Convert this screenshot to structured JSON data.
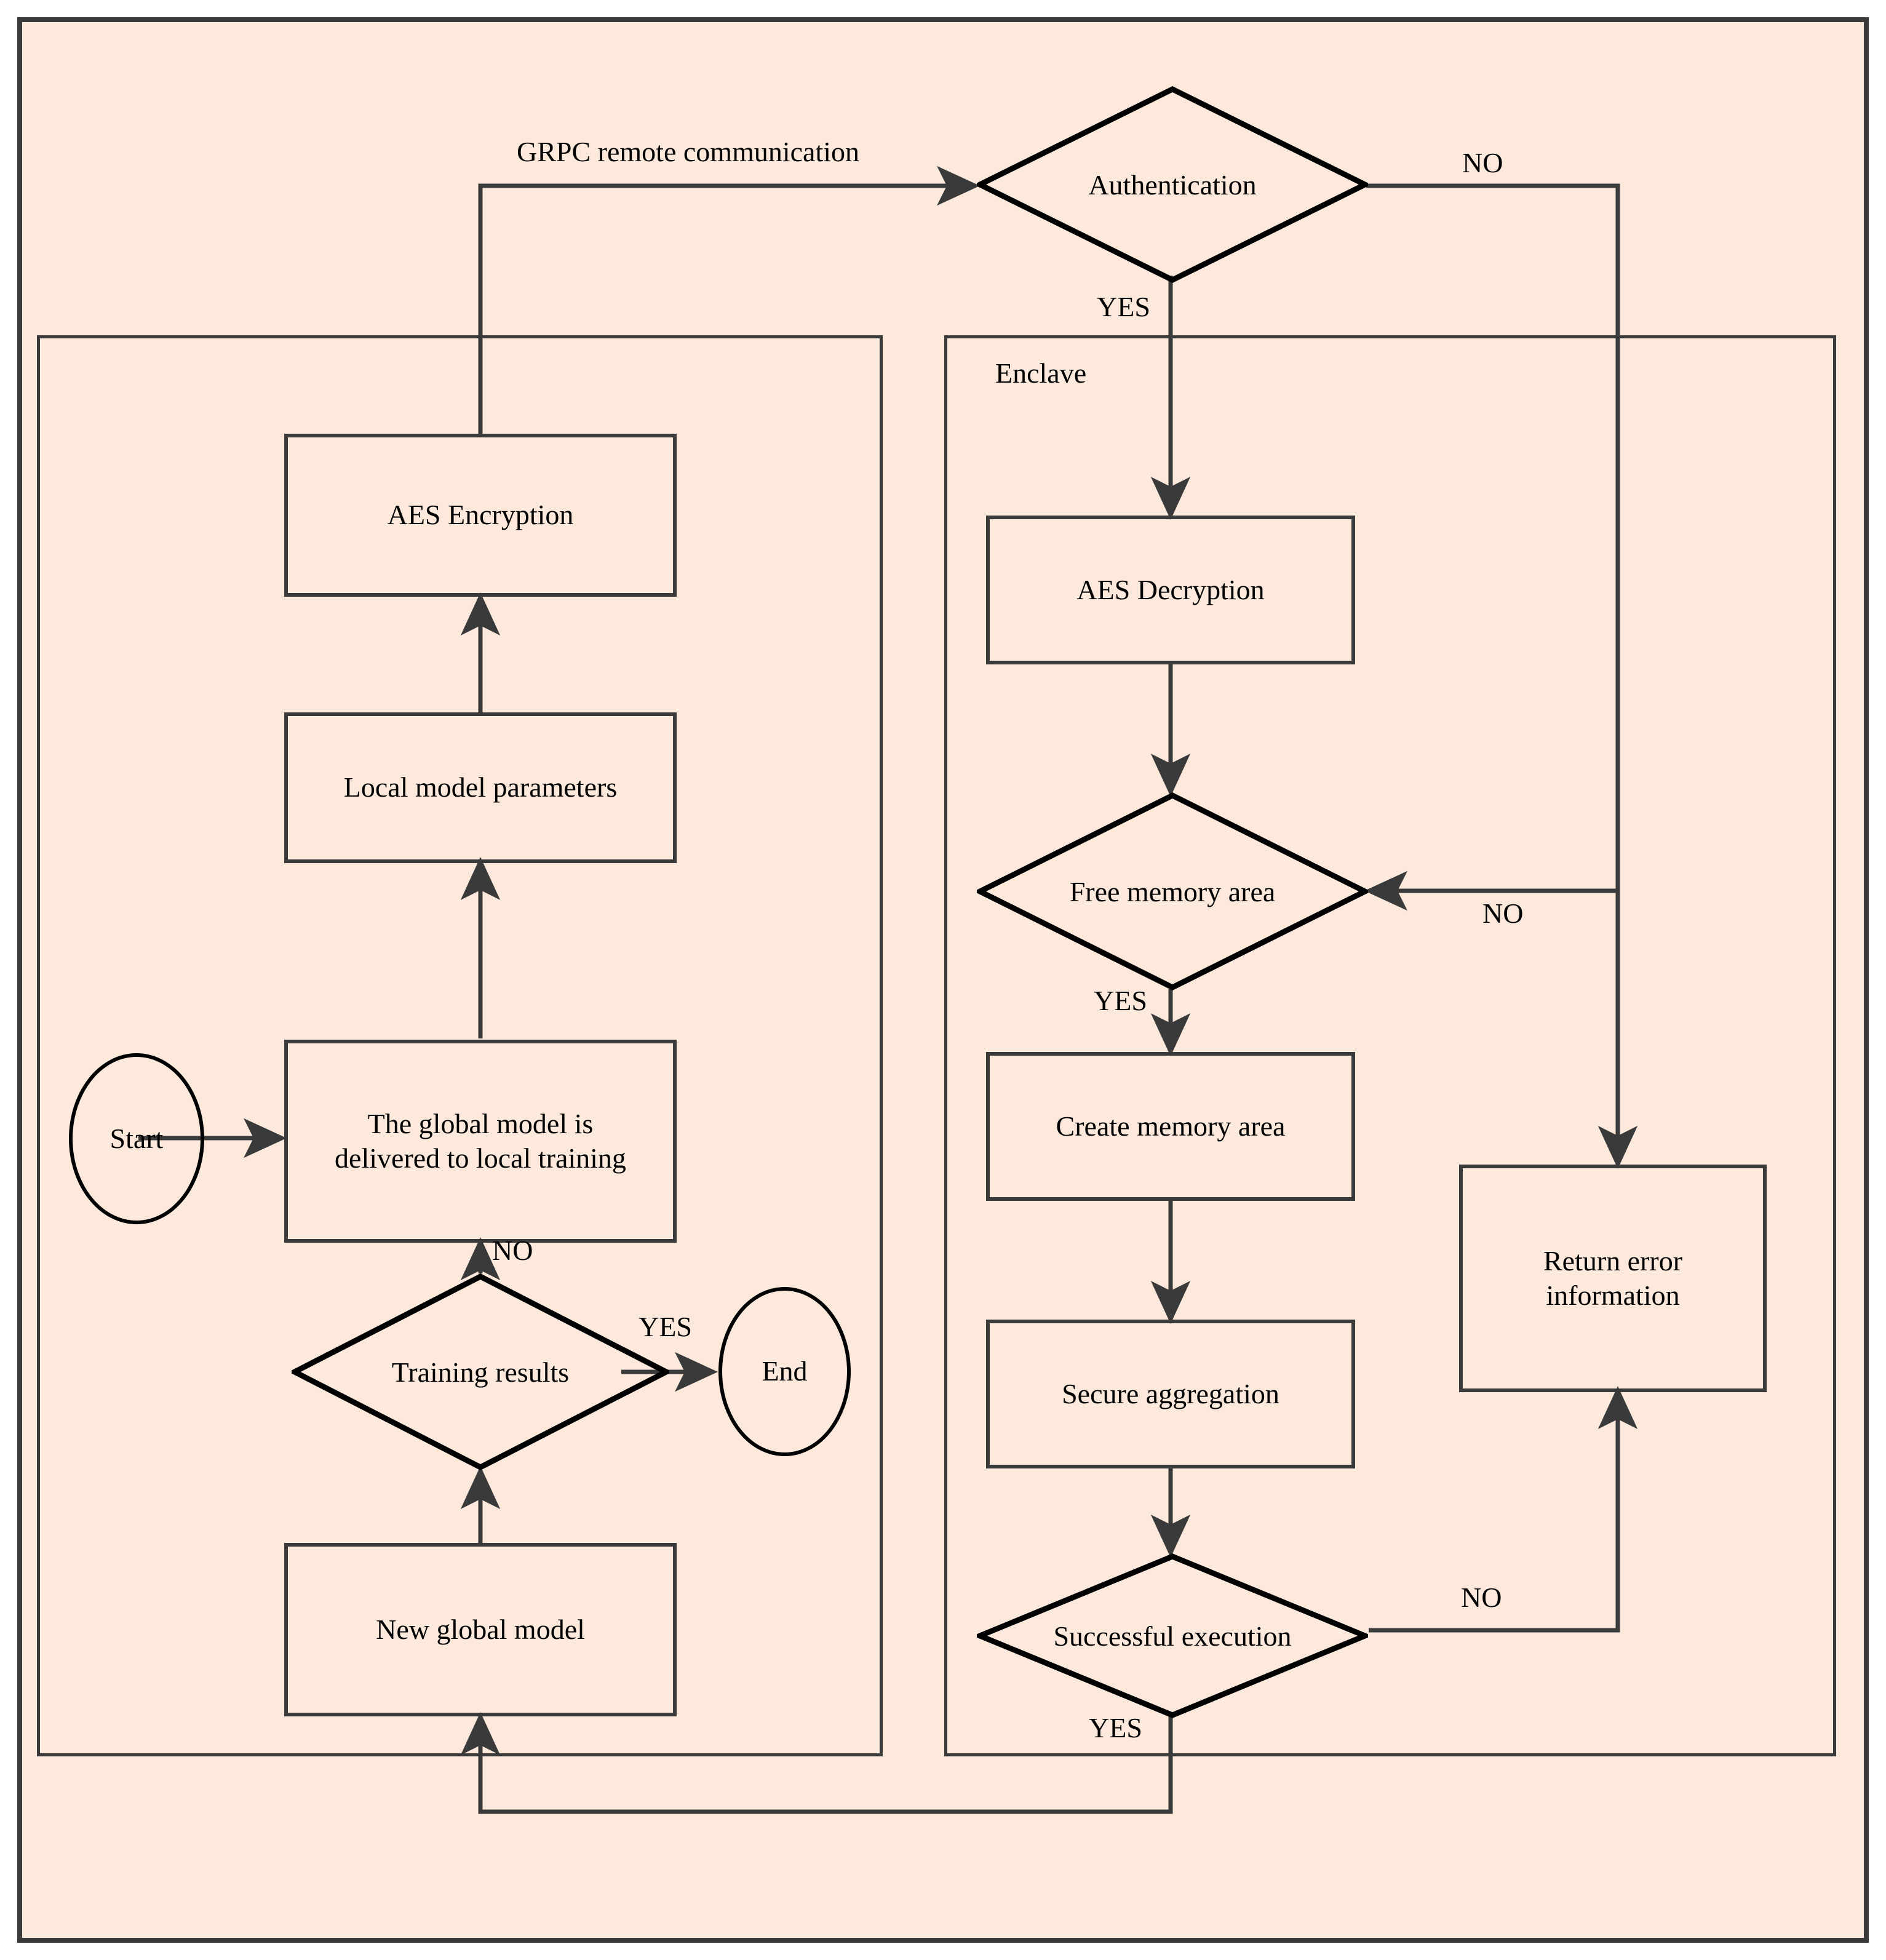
{
  "diagram": {
    "title_text": "GRPC remote communication",
    "background_color": "#fce9dc",
    "line_color": "#3a3a3a",
    "shape_border_color": "#000000"
  },
  "containers": {
    "left": {
      "label": ""
    },
    "right": {
      "label": "Enclave"
    }
  },
  "nodes": {
    "start": "Start",
    "end": "End",
    "global_model": "The global model is\ndelivered to local training",
    "local_params": "Local model parameters",
    "aes_encryption": "AES Encryption",
    "training_results": "Training results",
    "new_global_model": "New global model",
    "authentication": "Authentication",
    "aes_decryption": "AES Decryption",
    "free_memory_area": "Free memory area",
    "create_memory_area": "Create memory area",
    "secure_aggregation": "Secure aggregation",
    "successful_execution": "Successful execution",
    "return_error": "Return error\ninformation"
  },
  "edge_labels": {
    "grpc": "GRPC remote communication",
    "auth_no": "NO",
    "auth_yes": "YES",
    "free_no": "NO",
    "free_yes": "YES",
    "exec_no": "NO",
    "exec_yes": "YES",
    "training_no": "NO",
    "training_yes": "YES"
  }
}
